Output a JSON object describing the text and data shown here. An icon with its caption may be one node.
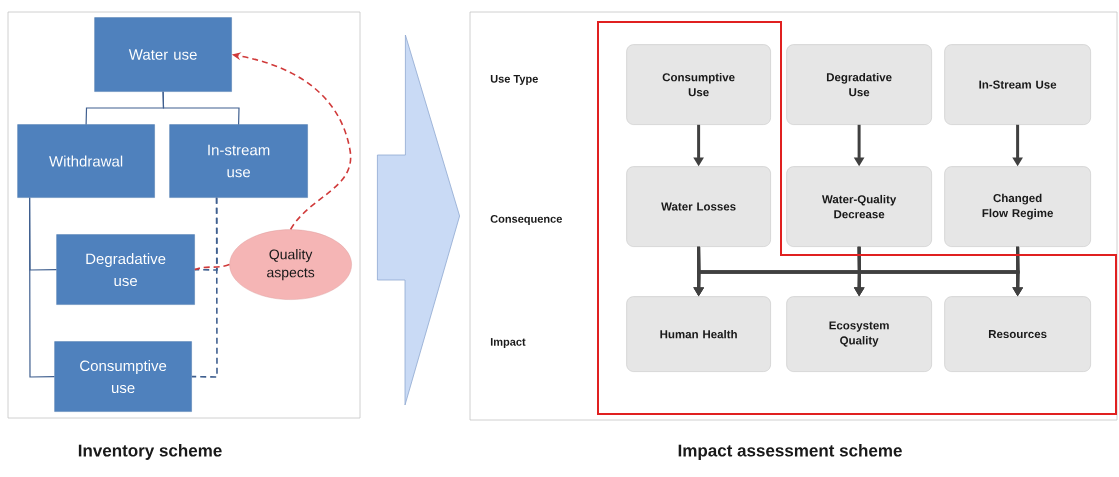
{
  "diagram": {
    "nodes": [
      {
        "text": [
          "Inventory scheme"
        ]
      },
      {
        "text": [
          "Water use"
        ],
        "in": 0
      },
      {
        "text": [
          "Withdrawal"
        ],
        "in": 0
      },
      {
        "text": [
          "In-stream use"
        ],
        "in": 0
      },
      {
        "text": [
          "Degradative use"
        ],
        "in": 0
      },
      {
        "text": [
          "Consumptive use"
        ],
        "in": 0
      },
      {
        "text": [
          "Quality aspects"
        ],
        "in": 0
      },
      {
        "text": [
          "Impact assessment scheme"
        ]
      },
      {
        "text": [
          "Consumptive Use"
        ],
        "in": 7
      },
      {
        "text": [
          "Degradative Use"
        ],
        "in": 7
      },
      {
        "text": [
          "In-Stream Use"
        ],
        "in": 7
      },
      {
        "text": [
          "Water Losses"
        ],
        "in": 7
      },
      {
        "text": [
          "Water-Quality Decrease"
        ],
        "in": 7
      },
      {
        "text": [
          "Changed Flow Regime"
        ],
        "in": 7
      },
      {
        "text": [
          "Human Health"
        ],
        "in": 7
      },
      {
        "text": [
          "Ecosystem Quality"
        ],
        "in": 7
      },
      {
        "text": [
          "Resources"
        ],
        "in": 7
      }
    ],
    "edges": [
      {
        "from": 1,
        "to": 2,
        "arrow": "none",
        "color": "#3f5f8f"
      },
      {
        "from": 1,
        "to": 3,
        "arrow": "none",
        "color": "#3f5f8f"
      },
      {
        "from": 2,
        "to": 4,
        "arrow": "none",
        "color": "#3f5f8f"
      },
      {
        "from": 2,
        "to": 5,
        "arrow": "none",
        "color": "#3f5f8f"
      },
      {
        "from": 3,
        "to": 4,
        "arrow": "none",
        "style": "dashed",
        "color": "#3f5f8f"
      },
      {
        "from": 3,
        "to": 5,
        "arrow": "none",
        "style": "dashed",
        "color": "#3f5f8f"
      },
      {
        "from": 6,
        "to": 1,
        "arrow": "to",
        "style": "dashed",
        "color": "#d03a3a"
      },
      {
        "from": 6,
        "to": 4,
        "arrow": "none",
        "style": "dashed",
        "color": "#d03a3a"
      },
      {
        "from": 0,
        "to": 7,
        "arrow": "to"
      },
      {
        "from": 8,
        "to": 11,
        "arrow": "to"
      },
      {
        "from": 9,
        "to": 12,
        "arrow": "to"
      },
      {
        "from": 10,
        "to": 13,
        "arrow": "to"
      },
      {
        "from": 11,
        "to": 14,
        "arrow": "to"
      },
      {
        "from": 11,
        "to": 15,
        "arrow": "to"
      },
      {
        "from": 11,
        "to": 16,
        "arrow": "to"
      },
      {
        "from": 12,
        "to": 14,
        "arrow": "to"
      },
      {
        "from": 12,
        "to": 15,
        "arrow": "to"
      },
      {
        "from": 12,
        "to": 16,
        "arrow": "to"
      },
      {
        "from": 13,
        "to": 14,
        "arrow": "to"
      },
      {
        "from": 13,
        "to": 15,
        "arrow": "to"
      },
      {
        "from": 13,
        "to": 16,
        "arrow": "to"
      }
    ],
    "labels": [
      "Use Type",
      "Consequence",
      "Impact"
    ]
  }
}
